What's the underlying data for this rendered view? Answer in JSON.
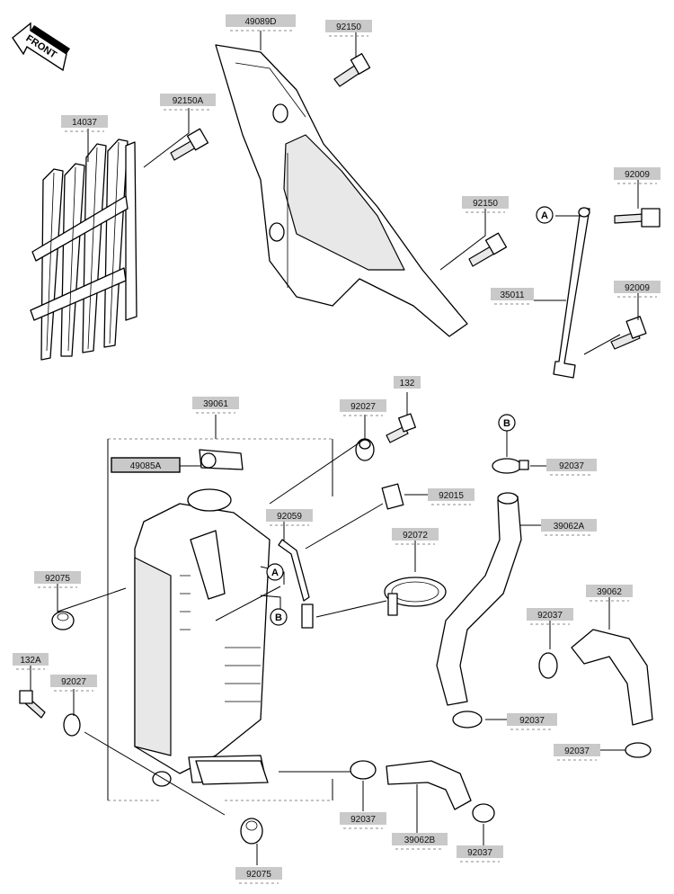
{
  "front_label": "FRONT",
  "part_labels": {
    "p49089D": "49089D",
    "p92150_top": "92150",
    "p92150A": "92150A",
    "p14037": "14037",
    "p92150_mid": "92150",
    "p92009_top": "92009",
    "p35011": "35011",
    "p92009_bot": "92009",
    "p39061": "39061",
    "p92027_top": "92027",
    "p132": "132",
    "p49085A": "49085A",
    "p92037_b": "92037",
    "p92015": "92015",
    "p92059": "92059",
    "p39062A": "39062A",
    "p92072": "92072",
    "p92075_left": "92075",
    "p92037_mid": "92037",
    "p39062": "39062",
    "p132A": "132A",
    "p92027_left": "92027",
    "p92037_lower": "92037",
    "p92037_right": "92037",
    "p92037_bottom": "92037",
    "p39062B": "39062B",
    "p92037_bottom2": "92037",
    "p92075_bottom": "92075"
  },
  "callouts": {
    "a_bracket": "A",
    "b_clamp": "B",
    "a_radiator": "A",
    "b_radiator": "B"
  },
  "icons": [
    "front-arrow-icon"
  ]
}
